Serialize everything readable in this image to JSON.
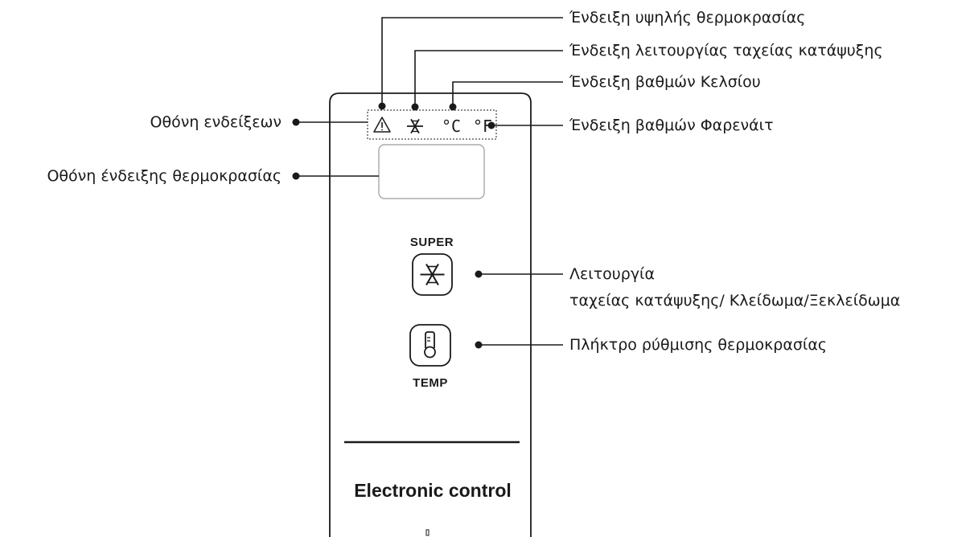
{
  "callouts": {
    "high_temp_indicator": "Ένδειξη υψηλής θερμοκρασίας",
    "super_freeze_indicator": "Ένδειξη λειτουργίας ταχείας κατάψυξης",
    "celsius_indicator": "Ένδειξη βαθμών Κελσίου",
    "fahrenheit_indicator": "Ένδειξη βαθμών Φαρενάιτ",
    "indicator_screen": "Οθόνη ενδείξεων",
    "temperature_display": "Οθόνη ένδειξης θερμοκρασίας",
    "super_function_line1": "Λειτουργία",
    "super_function_line2": "ταχείας κατάψυξης/ Κλείδωμα/Ξεκλείδωμα",
    "temp_key": "Πλήκτρο ρύθμισης θερμοκρασίας"
  },
  "panel": {
    "super_label": "SUPER",
    "temp_label": "TEMP",
    "title": "Electronic control",
    "celsius_symbol": "°C",
    "fahrenheit_symbol": "°F"
  },
  "icons": {
    "warning": "warning-triangle-icon",
    "snowflake": "snowflake-icon",
    "thermometer": "thermometer-icon"
  }
}
